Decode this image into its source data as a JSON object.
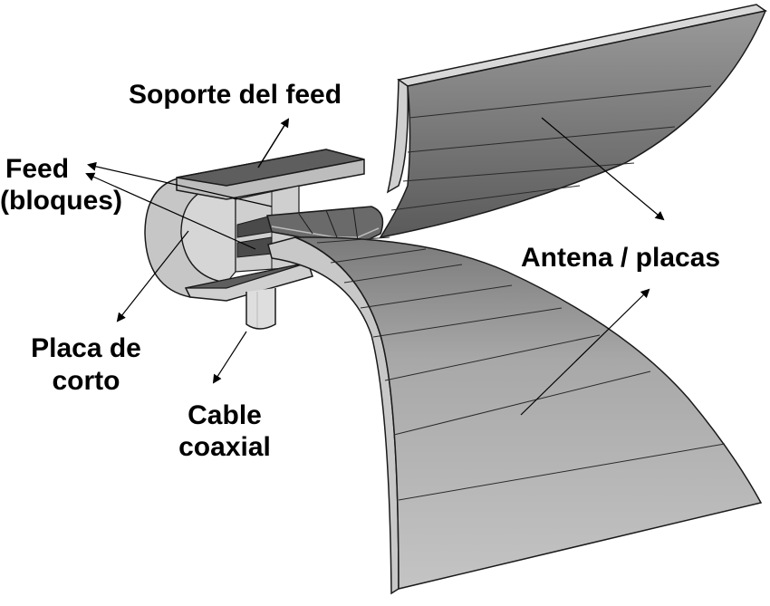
{
  "labels": {
    "feed_support": "Soporte del feed",
    "feed_line1": "Feed",
    "feed_line2": "(bloques)",
    "antenna": "Antena / placas",
    "short_line1": "Placa de",
    "short_line2": "corto",
    "cable_line1": "Cable",
    "cable_line2": "coaxial"
  },
  "colors": {
    "background": "#ffffff",
    "edge": "#1a1a1a",
    "plate_top_dark": "#6e6e6e",
    "plate_top_mid": "#8a8a8a",
    "plate_light": "#bdbdbd",
    "plate_lighter": "#c9c9c9",
    "block_dark": "#4a4a4a",
    "arrow": "#000000"
  }
}
